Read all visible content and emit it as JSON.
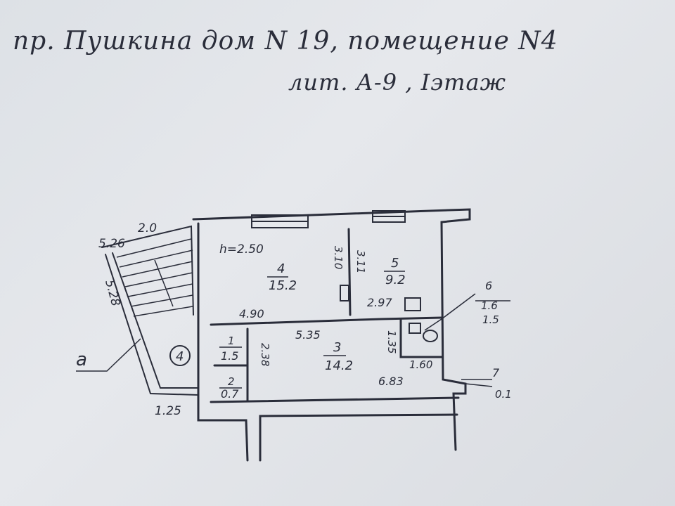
{
  "header": {
    "line1": "пр. Пушкина дом N 19, помещение N4",
    "line2": "лит. А-9 , Iэтаж"
  },
  "plan": {
    "stair_dims": {
      "top_a": "5.26",
      "top_b": "2.0",
      "side": "5.28",
      "bottom": "1.25"
    },
    "height_note": "h=2.50",
    "rooms": [
      {
        "num": "4",
        "area": "15.2",
        "dim_horizontal": "4.90",
        "dim_vertical": "3.10"
      },
      {
        "num": "5",
        "area": "9.2",
        "dim_horizontal": "2.97",
        "dim_vertical": "3.11"
      },
      {
        "num": "3",
        "area": "14.2",
        "dim_top": "5.35",
        "dim_bottom": "6.83",
        "dim_vertical": "2.38"
      },
      {
        "num": "1",
        "area": "1.5"
      },
      {
        "num": "2",
        "area": "0.7"
      }
    ],
    "callout_6": {
      "num": "6",
      "area": "1.6",
      "extra": "1.5"
    },
    "callout_7": {
      "num": "7",
      "area": "0.1"
    },
    "small_dims": {
      "d135": "1.35",
      "d160": "1.60"
    },
    "entrance_marker": "4",
    "leader_a": "а"
  }
}
